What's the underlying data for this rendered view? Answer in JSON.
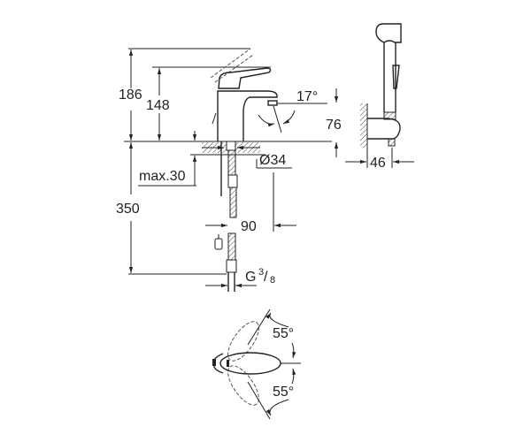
{
  "title": "Basin mixer and hand shower dimension drawing",
  "dimensions": {
    "total_height": "186",
    "lever_height": "148",
    "spout_angle": "17°",
    "spout_height": "76",
    "hole_diameter": "Ø34",
    "max_deck_thickness": "max.30",
    "hose_length": "350",
    "spout_projection": "90",
    "connection_g": "G",
    "connection_num": "3",
    "connection_den": "8",
    "shower_projection": "46",
    "lever_angle_top": "55°",
    "lever_angle_bottom": "55°"
  }
}
